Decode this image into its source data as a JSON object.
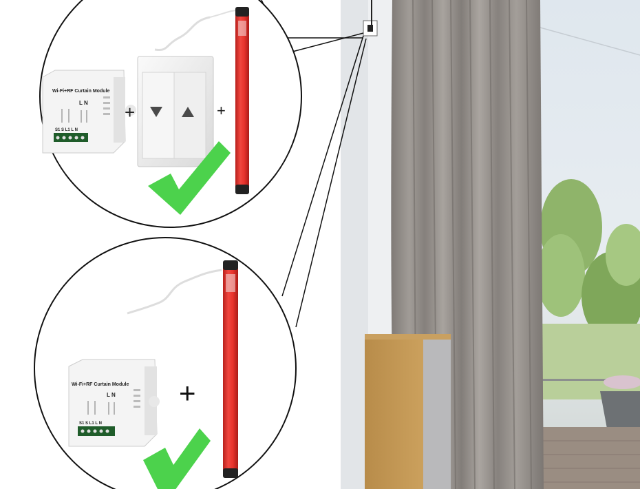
{
  "module_top": {
    "title": "Wi-Fi+RF Curtain Module",
    "ln": "L N",
    "terminals": "S1 S L1 L N"
  },
  "module_bottom": {
    "title": "Wi-Fi+RF Curtain Module",
    "ln": "L N",
    "terminals": "S1 S L1 L N"
  },
  "symbols": {
    "plus": "+"
  },
  "colors": {
    "check_green": "#4cd24c",
    "motor_red": "#e8332c",
    "curtain_gray": "#8f8a86",
    "wall": "#eef0f2"
  },
  "icons": {
    "switch_down": "triangle-down-icon",
    "switch_up": "triangle-up-icon",
    "check": "checkmark-icon"
  }
}
